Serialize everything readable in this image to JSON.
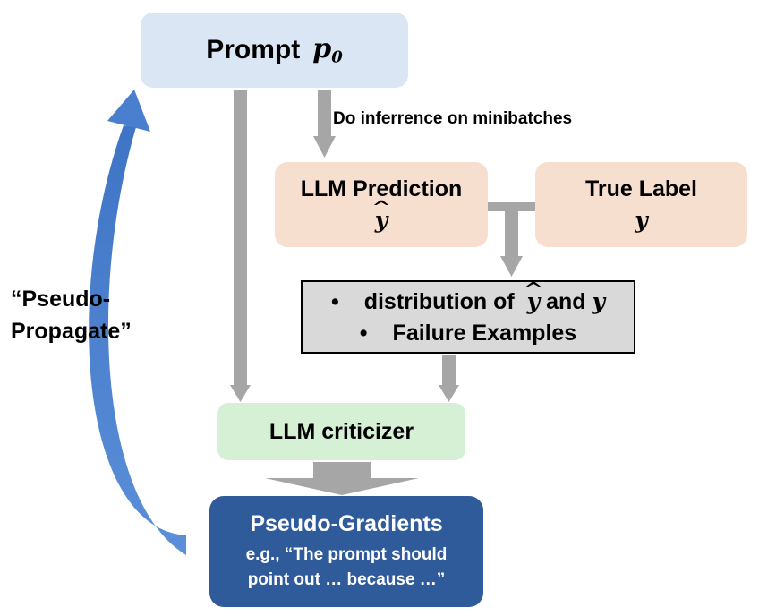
{
  "prompt": {
    "label": "Prompt",
    "symbol": "p",
    "subscript": "0"
  },
  "inference_label": "Do inferrence on minibatches",
  "llm_prediction": {
    "title": "LLM Prediction",
    "symbol": "y"
  },
  "true_label": {
    "title": "True Label",
    "symbol": "y"
  },
  "distribution_box": {
    "bullet": "•",
    "line1_prefix": "distribution of",
    "line1_symbol_a": "y",
    "line1_and": "and",
    "line1_symbol_b": "y",
    "line2": "Failure Examples"
  },
  "criticizer": {
    "label": "LLM criticizer"
  },
  "pseudo_gradients": {
    "title": "Pseudo-Gradients",
    "example_line1": "e.g., “The prompt should",
    "example_line2": "point out … because …”"
  },
  "pseudo_propagate": {
    "line1": "“Pseudo-",
    "line2": "Propagate”"
  },
  "colors": {
    "prompt_fill": "#dae6f3",
    "prediction_fill": "#f7dfcf",
    "distribution_fill": "#d9d9d9",
    "criticizer_fill": "#d5f0d5",
    "gradient_fill": "#2f5b9a",
    "arrow_gray": "#a6a6a6",
    "feedback_arrow_blue": "#4a7fd0"
  }
}
